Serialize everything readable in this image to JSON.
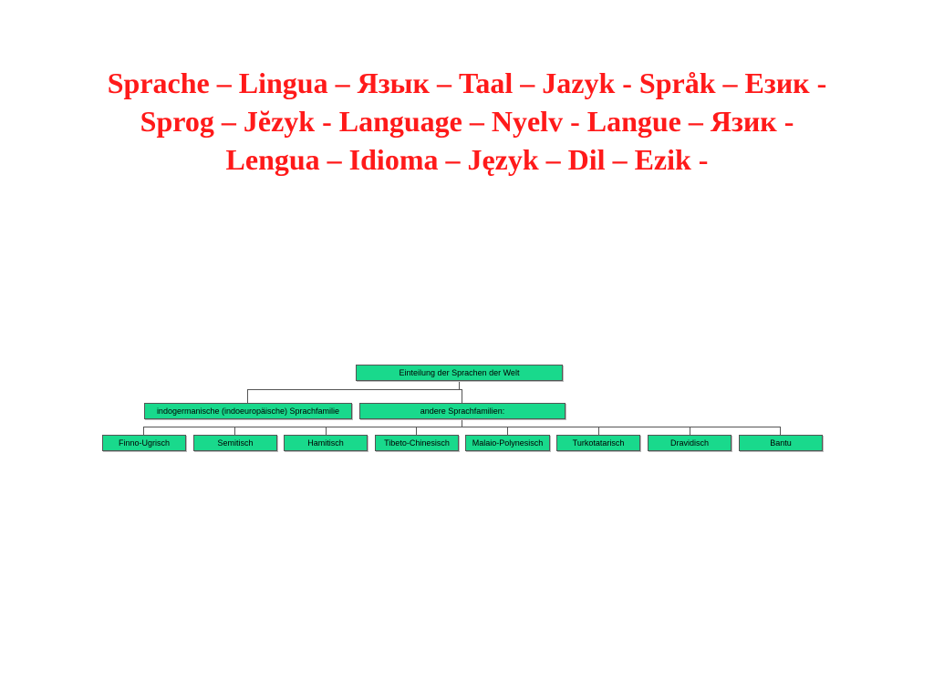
{
  "title": {
    "line1": "Sprache – Lingua – Язык – Taal – Jazyk - Språk – Език -",
    "line2": "Sprog – Jĕzyk - Language – Nyelv - Langue – Язик -",
    "line3": "Lengua – Idioma – Język – Dil – Ezik -"
  },
  "colors": {
    "title": "#ff1a1a",
    "box_fill": "#19d98c",
    "box_border": "#555555",
    "connector": "#555555"
  },
  "tree": {
    "root": "Einteilung der Sprachen der Welt",
    "level2": [
      "indogermanische (indoeuropäische) Sprachfamilie",
      "andere Sprachfamilien:"
    ],
    "level3": [
      "Finno-Ugrisch",
      "Semitisch",
      "Hamitisch",
      "Tibeto-Chinesisch",
      "Malaio-Polynesisch",
      "Turkotatarisch",
      "Dravidisch",
      "Bantu"
    ]
  }
}
